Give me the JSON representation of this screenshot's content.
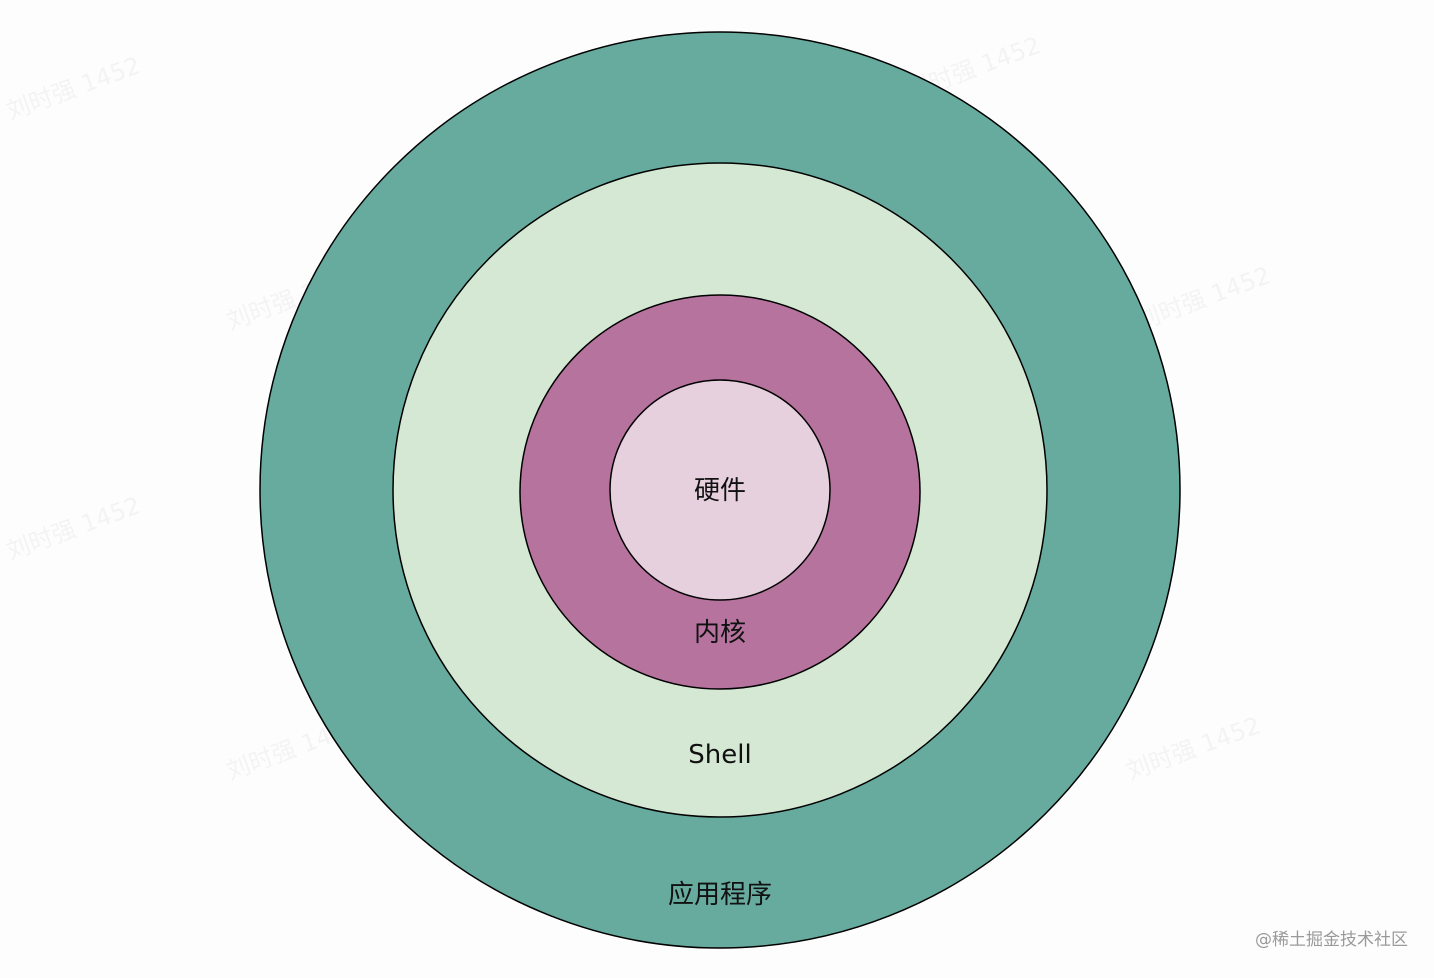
{
  "layers": [
    {
      "id": "applications",
      "label": "应用程序",
      "fill": "#67ab9f"
    },
    {
      "id": "shell",
      "label": "Shell",
      "fill": "#d5e8d4"
    },
    {
      "id": "kernel",
      "label": "内核",
      "fill": "#b5739d"
    },
    {
      "id": "hardware",
      "label": "硬件",
      "fill": "#e6d0de"
    }
  ],
  "stroke_color": "#000000",
  "background": "#fdfdfd",
  "watermark": {
    "text": "刘时强 1452"
  },
  "credit": "@稀土掘金技术社区"
}
